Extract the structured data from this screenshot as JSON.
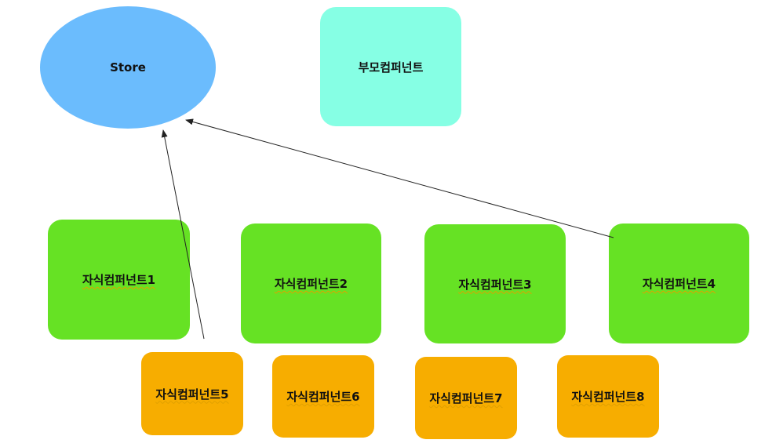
{
  "nodes": {
    "store": "Store",
    "parent": "부모컴퍼넌트",
    "children": [
      "자식컴퍼넌트1",
      "자식컴퍼넌트2",
      "자식컴퍼넌트3",
      "자식컴퍼넌트4",
      "자식컴퍼넌트5",
      "자식컴퍼넌트6",
      "자식컴퍼넌트7",
      "자식컴퍼넌트8"
    ]
  },
  "edges": [
    {
      "from": "자식컴퍼넌트5",
      "to": "Store"
    },
    {
      "from": "자식컴퍼넌트4",
      "to": "Store"
    }
  ],
  "colors": {
    "store": "#6bbcfd",
    "parent": "#86ffe4",
    "children_top_row": "#66e224",
    "children_bottom_row": "#f7ad00",
    "arrow": "#222222"
  }
}
